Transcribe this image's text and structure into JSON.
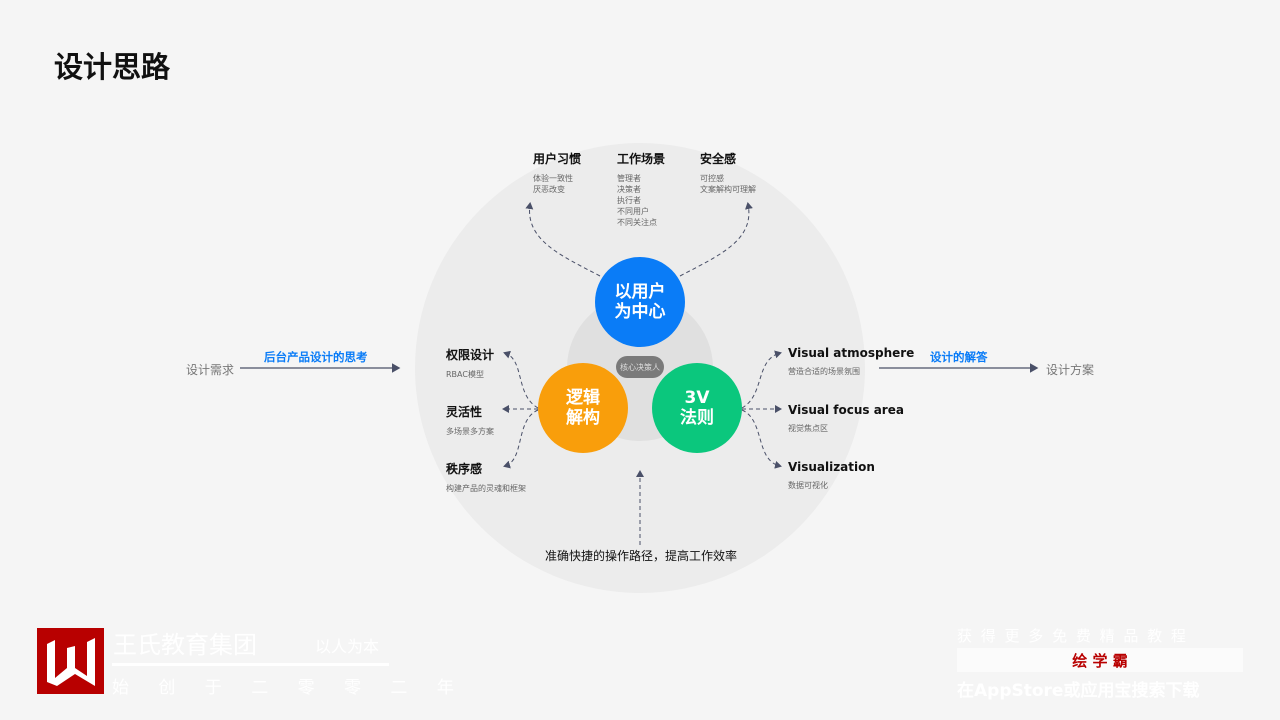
{
  "title": "设计思路",
  "center": {
    "top": "以用户\n为中心",
    "left": "逻辑\n解构",
    "right": "3V\n法则",
    "core": "核心决策人"
  },
  "colors": {
    "blue": "#0a7cf7",
    "orange": "#f99e0b",
    "green": "#0bc77d"
  },
  "top_items": [
    {
      "title": "用户习惯",
      "lines": [
        "体验一致性",
        "厌恶改变"
      ]
    },
    {
      "title": "工作场景",
      "lines": [
        "管理者",
        "决策者",
        "执行者",
        "不同用户",
        "不同关注点"
      ]
    },
    {
      "title": "安全感",
      "lines": [
        "可控感",
        "文案解构可理解"
      ]
    }
  ],
  "left_items": [
    {
      "title": "权限设计",
      "sub": "RBAC模型"
    },
    {
      "title": "灵活性",
      "sub": "多场景多方案"
    },
    {
      "title": "秩序感",
      "sub": "构建产品的灵魂和框架"
    }
  ],
  "right_items": [
    {
      "title": "Visual atmosphere",
      "sub": "营造合适的场景氛围"
    },
    {
      "title": "Visual focus area",
      "sub": "视觉焦点区"
    },
    {
      "title": "Visualization",
      "sub": "数据可视化"
    }
  ],
  "bottom": "准确快捷的操作路径，提高工作效率",
  "flow": {
    "left_in": "设计需求",
    "left_label": "后台产品设计的思考",
    "right_label": "设计的解答",
    "right_out": "设计方案"
  },
  "watermark": {
    "company": "王氏教育集团",
    "motto": "以人为本",
    "since": "始 创 于 二 零 零 二 年",
    "promo": "获 得 更 多 免 费 精 品 教 程",
    "brand": "绘 学 霸",
    "download": "在AppStore或应用宝搜索下载"
  }
}
